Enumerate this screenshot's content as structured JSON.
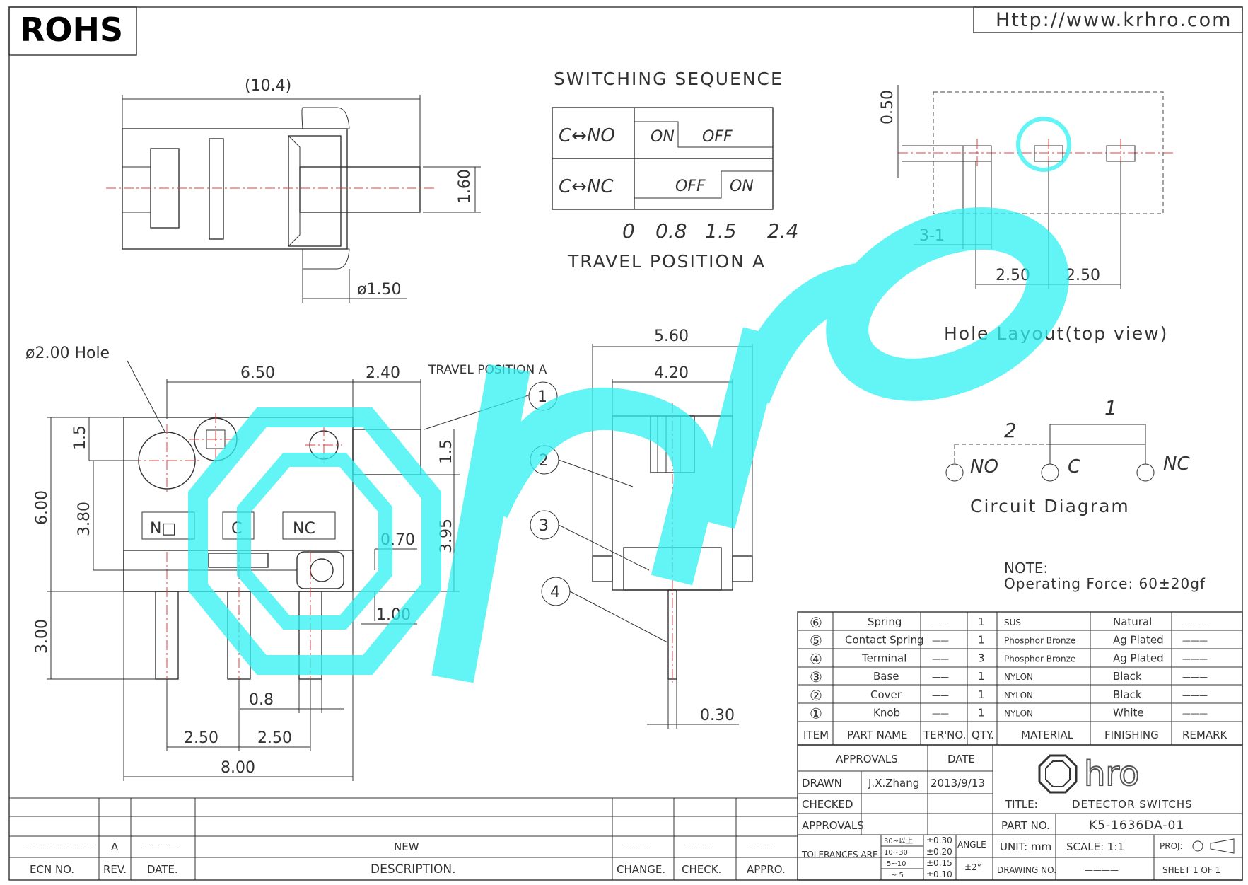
{
  "header": {
    "rohs": "ROHS",
    "url": "Http://www.krhro.com"
  },
  "side_view": {
    "dim_width": "(10.4)",
    "dim_height": "1.60",
    "dim_pin": "ø1.50"
  },
  "switching": {
    "title": "SWITCHING SEQUENCE",
    "row1": "C↔NO",
    "row2": "C↔NC",
    "on": "ON",
    "off": "OFF",
    "positions": [
      "0",
      "0.8",
      "1.5",
      "2.4"
    ],
    "axis_label": "TRAVEL POSITION A"
  },
  "hole_layout": {
    "title": "Hole Layout(top view)",
    "d1": "0.50",
    "d2": "3-1",
    "d3": "2.50",
    "d4": "2.50"
  },
  "front_view": {
    "hole_note": "ø2.00 Hole",
    "d_650": "6.50",
    "d_240": "2.40",
    "travel": "TRAVEL POSITION A",
    "d_15a": "1.5",
    "d_15b": "1.5",
    "d_600": "6.00",
    "d_380": "3.80",
    "d_395": "3.95",
    "d_070": "0.70",
    "d_100": "1.00",
    "d_300": "3.00",
    "d_08": "0.8",
    "d_250a": "2.50",
    "d_250b": "2.50",
    "d_800": "8.00",
    "pin_no": "N□",
    "pin_c": "C",
    "pin_nc": "NC"
  },
  "side_view2": {
    "d_560": "5.60",
    "d_420": "4.20",
    "d_030": "0.30",
    "callouts": [
      "1",
      "2",
      "3",
      "4"
    ]
  },
  "circuit": {
    "title": "Circuit Diagram",
    "n1": "1",
    "n2": "2",
    "no": "NO",
    "c": "C",
    "nc": "NC"
  },
  "note": {
    "title": "NOTE:",
    "text": "Operating Force: 60±20gf"
  },
  "bom": {
    "rows": [
      {
        "item": "⑥",
        "name": "Spring",
        "ter": "——",
        "qty": "1",
        "material": "SUS",
        "finish": "Natural",
        "remark": "———"
      },
      {
        "item": "⑤",
        "name": "Contact Spring",
        "ter": "——",
        "qty": "1",
        "material": "Phosphor Bronze",
        "finish": "Ag Plated",
        "remark": "———"
      },
      {
        "item": "④",
        "name": "Terminal",
        "ter": "——",
        "qty": "3",
        "material": "Phosphor Bronze",
        "finish": "Ag Plated",
        "remark": "———"
      },
      {
        "item": "③",
        "name": "Base",
        "ter": "——",
        "qty": "1",
        "material": "NYLON",
        "finish": "Black",
        "remark": "———"
      },
      {
        "item": "②",
        "name": "Cover",
        "ter": "——",
        "qty": "1",
        "material": "NYLON",
        "finish": "Black",
        "remark": "———"
      },
      {
        "item": "①",
        "name": "Knob",
        "ter": "——",
        "qty": "1",
        "material": "NYLON",
        "finish": "White",
        "remark": "———"
      }
    ],
    "headers": {
      "item": "ITEM",
      "name": "PART NAME",
      "ter": "TER'NO.",
      "qty": "QTY.",
      "material": "MATERIAL",
      "finish": "FINISHING",
      "remark": "REMARK"
    }
  },
  "title_block": {
    "approvals": "APPROVALS",
    "date": "DATE",
    "drawn": "DRAWN",
    "drawn_by": "J.X.Zhang",
    "drawn_date": "2013/9/13",
    "checked": "CHECKED",
    "approvals2": "APPROVALS",
    "title_lbl": "TITLE:",
    "title": "DETECTOR SWITCHS",
    "partno_lbl": "PART NO.",
    "partno": "K5-1636DA-01",
    "tolerances": "TOLERANCES ARE",
    "tol_ranges": [
      "30~以上",
      "10~30",
      "5~10",
      "~ 5"
    ],
    "tol_vals": [
      "±0.30",
      "±0.20",
      "±0.15",
      "±0.10"
    ],
    "angle": "ANGLE",
    "angle_val": "±2°",
    "unit": "UNIT: mm",
    "scale": "SCALE:  1:1",
    "proj": "PROJ:",
    "drawing_no": "DRAWING NO.",
    "drawing_no_val": "————",
    "sheet": "SHEET  1 OF 1",
    "logo": "hro"
  },
  "revision": {
    "ecn_val": "————————",
    "rev_val": "A",
    "date_val": "————",
    "desc_val": "NEW",
    "change_val": "———",
    "check_val": "———",
    "appro_val": "———",
    "ecn": "ECN NO.",
    "rev": "REV.",
    "date": "DATE.",
    "desc": "DESCRIPTION.",
    "change": "CHANGE.",
    "check": "CHECK.",
    "appro": "APPRO."
  }
}
